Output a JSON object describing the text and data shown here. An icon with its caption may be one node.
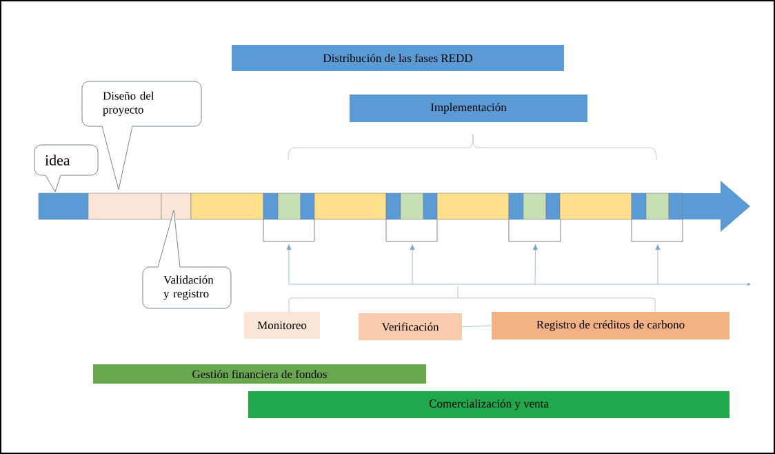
{
  "diagram": {
    "nodes": [
      {
        "text": [
          "Distribución de las fases REDD"
        ]
      },
      {
        "text": [
          "Diseño del proyecto"
        ]
      },
      {
        "text": [
          "Implementación"
        ]
      },
      {
        "text": [
          "idea"
        ]
      },
      {
        "text": [],
        "shape": "box"
      },
      {
        "text": [],
        "shape": "box"
      },
      {
        "text": [],
        "shape": "box"
      },
      {
        "text": [],
        "shape": "box"
      },
      {
        "text": [
          "Validación y registro"
        ]
      },
      {
        "text": [
          "Monitoreo"
        ]
      },
      {
        "text": [
          "Verificación"
        ]
      },
      {
        "text": [
          "Registro de créditos de carbono"
        ]
      },
      {
        "text": [
          "Gestión financiera de fondos"
        ]
      },
      {
        "text": [
          "Comercialización y venta"
        ]
      },
      {
        "text": [],
        "shape": "bar"
      }
    ],
    "edges": [
      {
        "from": 14,
        "to": 4,
        "arrow": "to"
      },
      {
        "from": 14,
        "to": 5,
        "arrow": "to"
      },
      {
        "from": 14,
        "to": 6,
        "arrow": "to"
      },
      {
        "from": 14,
        "to": 7,
        "arrow": "to"
      },
      {
        "from": 10,
        "to": 11,
        "arrow": "none"
      }
    ]
  }
}
